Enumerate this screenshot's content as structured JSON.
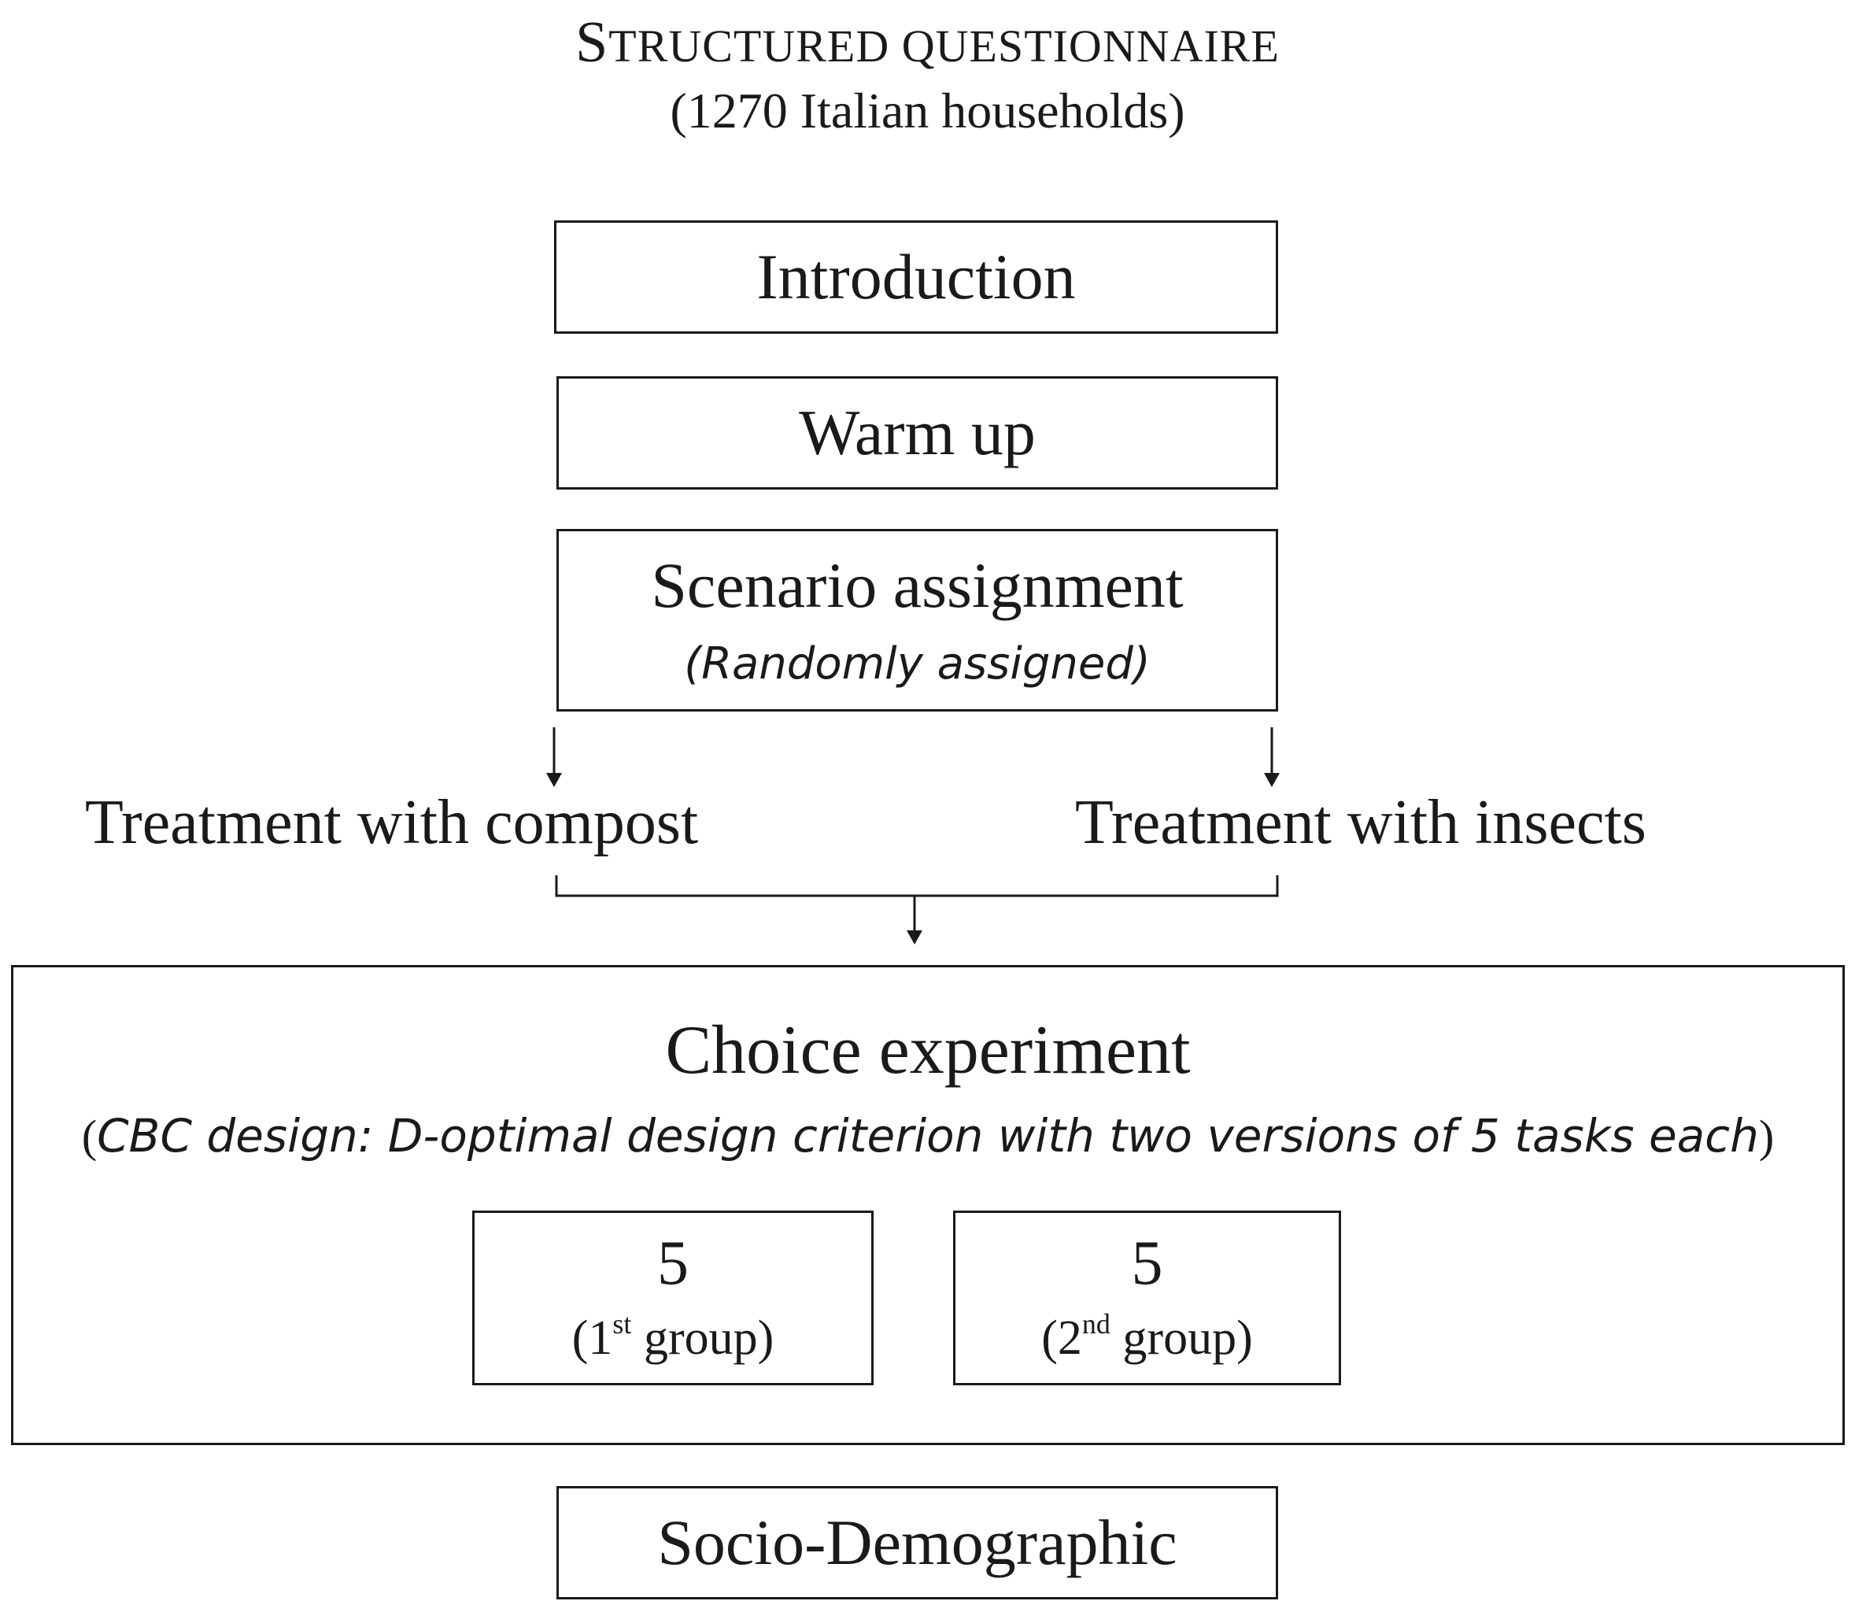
{
  "title": {
    "main_first": "S",
    "main_rest": "TRUCTURED QUESTIONNAIRE",
    "subtitle": "(1270 Italian households)"
  },
  "steps": {
    "introduction": "Introduction",
    "warm_up": "Warm up",
    "scenario_assignment": "Scenario assignment",
    "scenario_note": "(Randomly assigned)"
  },
  "treatments": {
    "compost": "Treatment with compost",
    "insects": "Treatment with insects"
  },
  "choice_experiment": {
    "title": "Choice experiment",
    "note_open": "(",
    "note_italic": "CBC design: D-optimal design criterion  with two versions of 5 tasks each",
    "note_close": ")",
    "groups": [
      {
        "count": "5",
        "label_open": "(1",
        "label_sup": "st",
        "label_close": " group)"
      },
      {
        "count": "5",
        "label_open": "(2",
        "label_sup": "nd",
        "label_close": " group)"
      }
    ]
  },
  "final_step": "Socio-Demographic"
}
